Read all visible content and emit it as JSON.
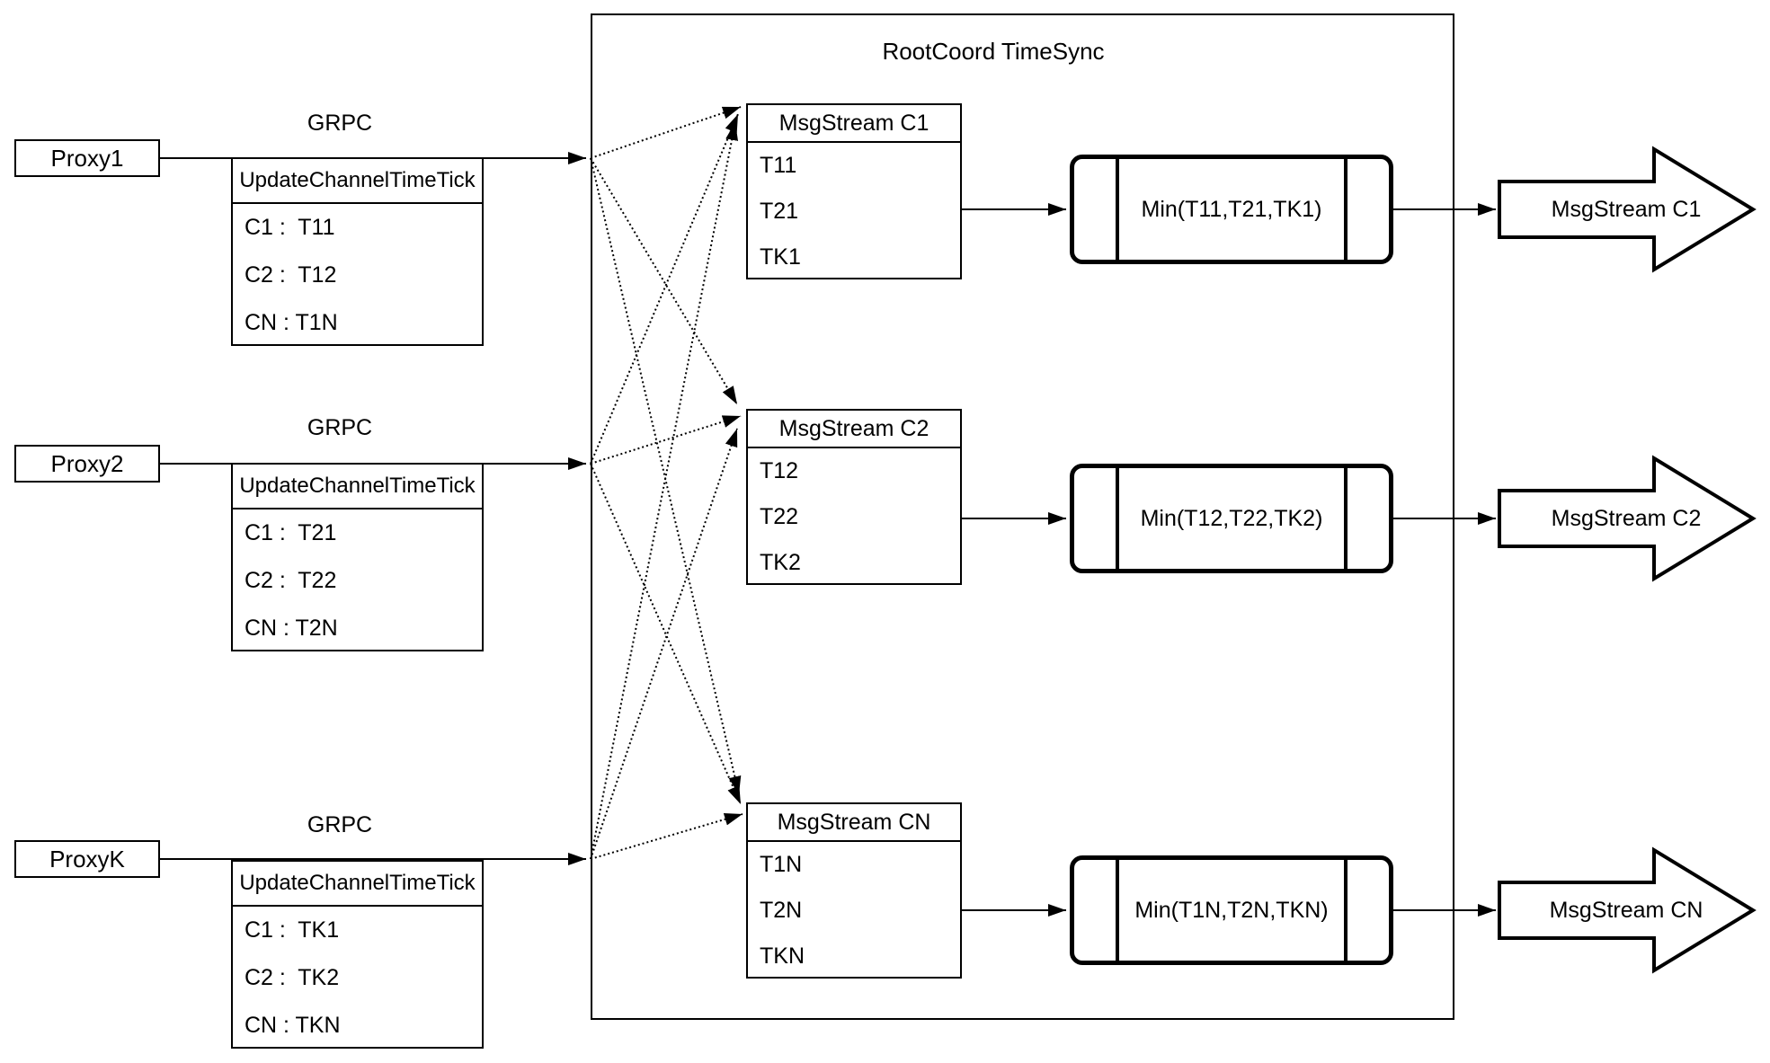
{
  "diagram": {
    "title": "RootCoord TimeSync",
    "grpc_label": "GRPC",
    "proxies": [
      {
        "name": "Proxy1",
        "table_header": "UpdateChannelTimeTick",
        "rows": [
          "C1 :  T11",
          "C2 :  T12",
          "CN : T1N"
        ]
      },
      {
        "name": "Proxy2",
        "table_header": "UpdateChannelTimeTick",
        "rows": [
          "C1 :  T21",
          "C2 :  T22",
          "CN : T2N"
        ]
      },
      {
        "name": "ProxyK",
        "table_header": "UpdateChannelTimeTick",
        "rows": [
          "C1 :  TK1",
          "C2 :  TK2",
          "CN : TKN"
        ]
      }
    ],
    "streams": [
      {
        "header": "MsgStream C1",
        "rows": [
          "T11",
          "T21",
          "TK1"
        ],
        "min_label": "Min(T11,T21,TK1)",
        "out_label": "MsgStream C1"
      },
      {
        "header": "MsgStream C2",
        "rows": [
          "T12",
          "T22",
          "TK2"
        ],
        "min_label": "Min(T12,T22,TK2)",
        "out_label": "MsgStream C2"
      },
      {
        "header": "MsgStream CN",
        "rows": [
          "T1N",
          "T2N",
          "TKN"
        ],
        "min_label": "Min(T1N,T2N,TKN)",
        "out_label": "MsgStream CN"
      }
    ],
    "colors": {
      "stroke": "#000000",
      "background": "#ffffff"
    }
  }
}
